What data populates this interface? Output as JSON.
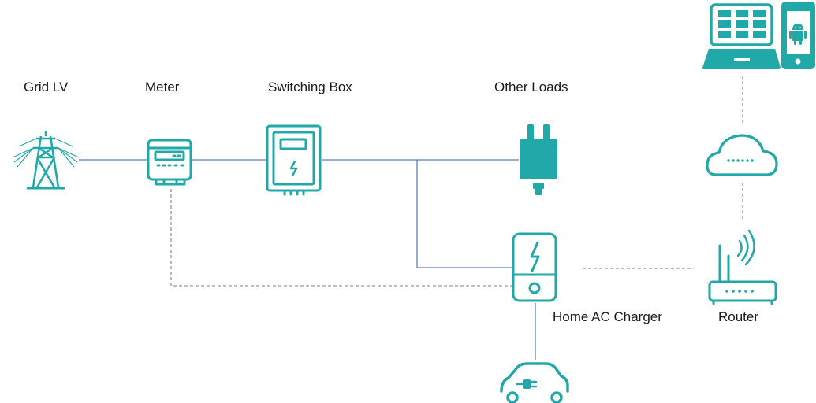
{
  "diagram": {
    "labels": {
      "grid": "Grid LV",
      "meter": "Meter",
      "switching_box": "Switching Box",
      "other_loads": "Other Loads",
      "charger": "Home AC Charger",
      "router": "Router"
    },
    "icons": {
      "grid": "power-tower-icon",
      "meter": "electric-meter-icon",
      "switching_box": "switching-box-icon",
      "other_loads": "plug-icon",
      "charger": "ev-charger-icon",
      "car": "electric-car-icon",
      "router": "wifi-router-icon",
      "cloud": "cloud-icon",
      "laptop": "laptop-icon",
      "phone": "android-phone-icon"
    },
    "colors": {
      "icon": "#20a9a8",
      "power_line": "#5b7fb3",
      "data_line": "#808080",
      "text": "#1a1a1a"
    }
  }
}
